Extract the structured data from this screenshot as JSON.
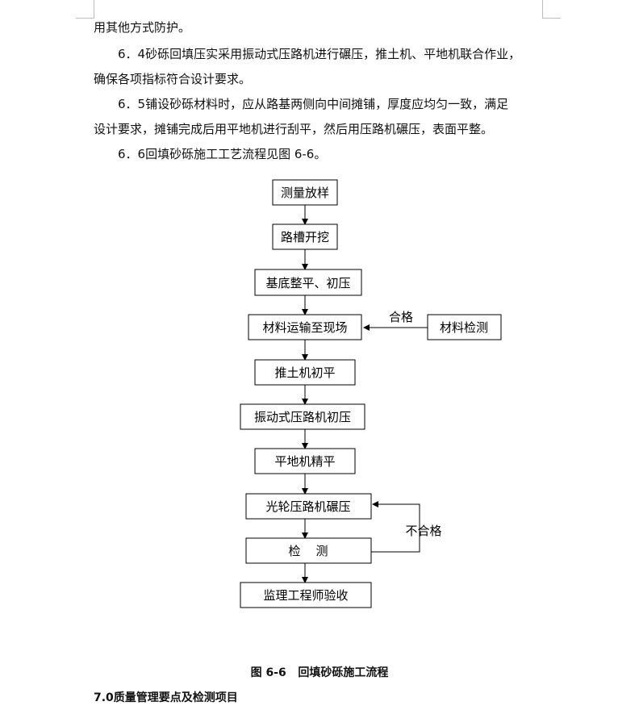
{
  "paragraphs": {
    "line1": "用其他方式防护。",
    "p64_line1": "6．4砂砾回填压实采用振动式压路机进行碾压，推土机、平地机联合作业，",
    "p64_line2": "确保各项指标符合设计要求。",
    "p65_line1": "6．5铺设砂砾材料时，应从路基两侧向中间摊铺，厚度应均匀一致，满足",
    "p65_line2": "设计要求，摊铺完成后用平地机进行刮平，然后用压路机碾压，表面平整。",
    "p66_line1": "6．6回填砂砾施工工艺流程见图 6-6。"
  },
  "flowchart": {
    "steps": [
      "测量放样",
      "路槽开挖",
      "基底整平、初压",
      "材料运输至现场",
      "推土机初平",
      "振动式压路机初压",
      "平地机精平",
      "光轮压路机碾压",
      "检    测",
      "监理工程师验收"
    ],
    "side_box": "材料检测",
    "pass_label": "合格",
    "fail_label": "不合格"
  },
  "caption": "图 6-6   回填砂砾施工流程",
  "section_heading": "7.0质量管理要点及检测项目"
}
